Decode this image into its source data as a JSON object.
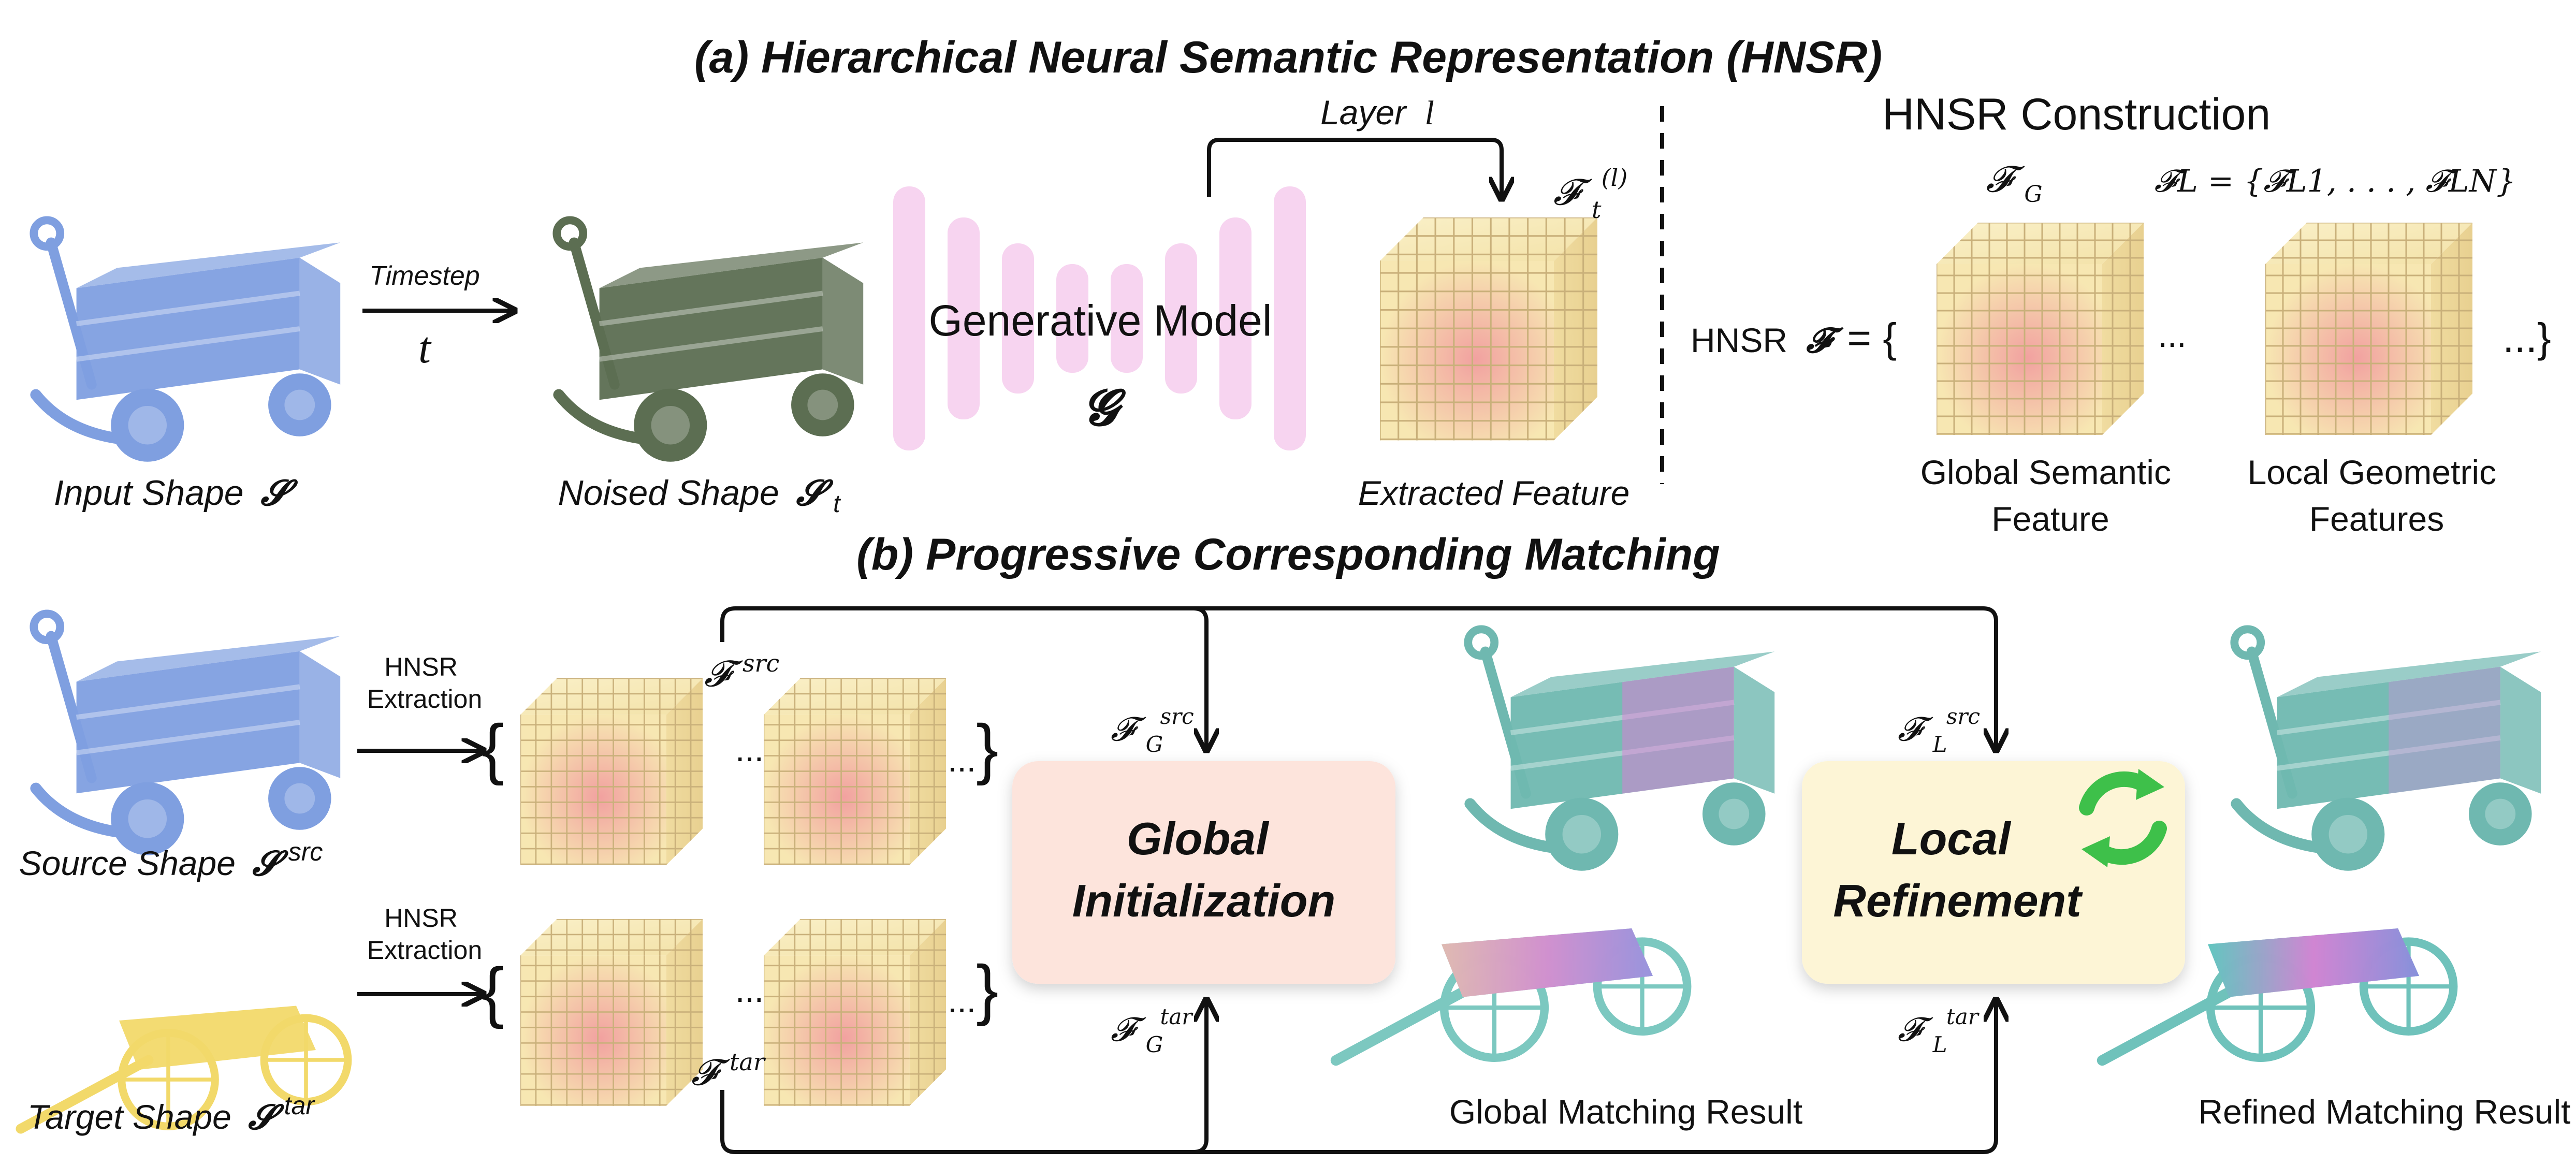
{
  "titles": {
    "part_a": "(a) Hierarchical Neural Semantic Representation  (HNSR)",
    "part_b": "(b) Progressive Corresponding Matching"
  },
  "part_a": {
    "input_shape_label": "Input Shape",
    "input_shape_symbol": "𝓢",
    "timestep_label": "Timestep",
    "timestep_symbol": "t",
    "noised_shape_label": "Noised Shape",
    "noised_shape_symbol": "𝓢",
    "noised_shape_sub": "t",
    "generative_model_label": "Generative Model",
    "generative_model_symbol": "𝓖",
    "layer_label": "Layer",
    "layer_symbol": "l",
    "feature_symbol": "𝓕",
    "feature_sup": "(l)",
    "feature_sub": "t",
    "extracted_feature_label": "Extracted Feature",
    "construction_title": "HNSR Construction",
    "fg_symbol": "𝓕",
    "fg_sub": "G",
    "fl_formula": "𝓕L = {𝓕L1, . . . , 𝓕LN}",
    "hnsr_prefix": "HNSR",
    "hnsr_symbol": "𝓕",
    "hnsr_eq": "= {",
    "ellipsis": "...",
    "close_brace": "...}",
    "global_semantic_line1": "Global Semantic",
    "global_semantic_line2": "Feature",
    "local_geometric_line1": "Local Geometric",
    "local_geometric_line2": "Features"
  },
  "part_b": {
    "source_label": "Source Shape",
    "source_symbol": "𝓢",
    "source_sup": "src",
    "target_label": "Target Shape",
    "target_symbol": "𝓢",
    "target_sup": "tar",
    "hnsr_extraction_line1": "HNSR",
    "hnsr_extraction_line2": "Extraction",
    "f_src": "src",
    "f_tar": "tar",
    "feature_symbol": "𝓕",
    "fg_sub": "G",
    "fl_sub": "L",
    "global_init_line1": "Global",
    "global_init_line2": "Initialization",
    "local_ref_line1": "Local",
    "local_ref_line2": "Refinement",
    "global_result_label": "Global Matching Result",
    "refined_result_label": "Refined Matching Result"
  },
  "colors": {
    "wagon_blue": "#7f9fe0",
    "wagon_yellow": "#f2d96a",
    "cube_face": "#f5e6b0",
    "cube_heat": "#f08a9a",
    "model_bar": "#f7d4f0",
    "global_box": "#fde4dc",
    "local_box": "#fdf5d6",
    "cycle_green": "#3ec04a",
    "text": "#111111"
  }
}
